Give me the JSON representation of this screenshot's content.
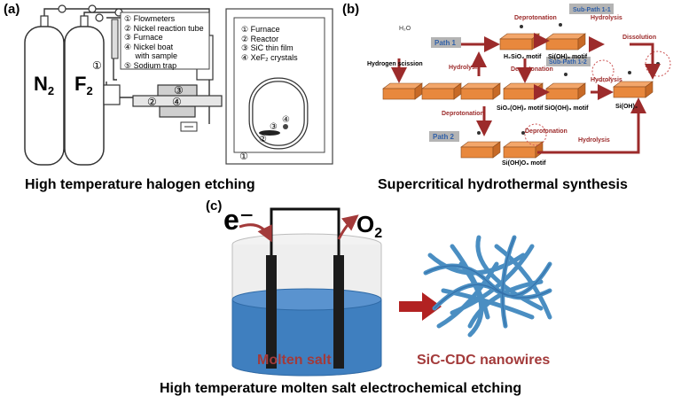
{
  "panel_a": {
    "label": "(a)",
    "cylinder_left": {
      "base": "N",
      "sub": "2"
    },
    "cylinder_right": {
      "base": "F",
      "sub": "2"
    },
    "legend": [
      "① Flowmeters",
      "② Nickel reaction tube",
      "③ Furnace",
      "④ Nickel boat",
      "     with sample",
      "⑤ Sodium trap"
    ],
    "callouts": {
      "c1": "①",
      "c2": "②",
      "c3": "③",
      "c4": "④",
      "c5": "⑤"
    },
    "reactor_legend": [
      "① Furnace",
      "② Reactor",
      "③ SiC thin film",
      "④ XeF₂ crystals"
    ],
    "reactor_callouts": {
      "c1": "①",
      "c2": "②",
      "c3": "③",
      "c4": "④"
    },
    "caption": "High temperature halogen etching"
  },
  "panel_b": {
    "label": "(b)",
    "labels": {
      "path1": "Path 1",
      "path2": "Path 2",
      "subpath11": "Sub-Path 1-1",
      "subpath12": "Sub-Path 1-2",
      "h2o": "H₂O",
      "hydrogen_scission": "Hydrogen scission",
      "deprotonation_top": "Deprotonation",
      "hydrolysis_top": "Hydrolysis",
      "hydrolysis_left": "Hydrolysis",
      "deprotonation_mid": "Deprotonation",
      "hydrolysis_mid": "Hydrolysis",
      "deprotonation_left": "Deprotonation",
      "deprotonation_p2": "Deprotonation",
      "hydrolysis_bottom": "Hydrolysis",
      "dissolution": "Dissolution",
      "m_h2sio2": "H₂SiO₂ motif",
      "m_sioh3_top": "Si(OH)₃ motif",
      "m_sio2oh2": "SiO₂(OH)₂ motif",
      "m_sioh3_mid": "SiO(OH)₃ motif",
      "m_sioh4": "Si(OH)₄",
      "m_sioho3": "Si(OH)O₃ motif"
    },
    "caption": "Supercritical hydrothermal synthesis"
  },
  "panel_c": {
    "label": "(c)",
    "electron": "e⁻",
    "oxygen": {
      "base": "O",
      "sub": "2"
    },
    "molten_salt": "Molten salt",
    "product": "SiC-CDC nanowires",
    "caption": "High temperature molten salt electrochemical etching"
  },
  "colors": {
    "block_orange": "#e8883d",
    "arrow_red": "#9c2b2b",
    "path_label_bg": "#b4b4b4",
    "path_label_text": "#2f5fa8",
    "salt_blue": "#3f7fbf",
    "nanowire_blue": "#4a8ec2",
    "text_red": "#a33a3a"
  }
}
